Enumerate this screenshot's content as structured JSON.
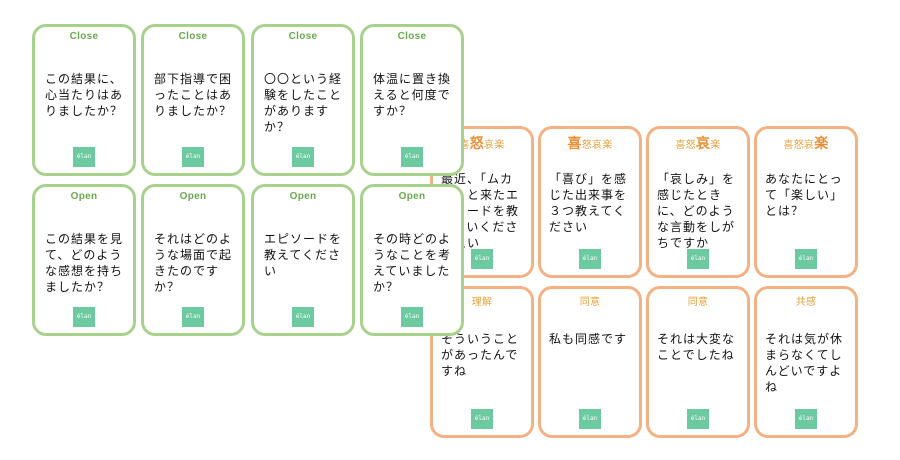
{
  "logo_text": "élan",
  "orange_cards": [
    {
      "title_parts": [
        "喜",
        "怒",
        "哀楽"
      ],
      "question": "最近、「ムカっ」と来たエピソードを教えていくださいえい"
    },
    {
      "title_parts": [
        "",
        "喜",
        "怒哀楽"
      ],
      "question": "「喜び」を感じた出来事を３つ教えてください"
    },
    {
      "title_parts": [
        "喜怒",
        "哀",
        "楽"
      ],
      "question": "「哀しみ」を感じたときに、どのような言動をしがちですか"
    },
    {
      "title_parts": [
        "喜怒哀",
        "楽",
        ""
      ],
      "question": "あなたにとって「楽しい」とは？"
    },
    {
      "title_parts": [
        "",
        "理解",
        ""
      ],
      "question": "そういうことがあったんですね"
    },
    {
      "title_parts": [
        "",
        "同意",
        ""
      ],
      "question": "私も同感です"
    },
    {
      "title_parts": [
        "",
        "同意",
        ""
      ],
      "question": "それは大変なことでしたね"
    },
    {
      "title_parts": [
        "",
        "共感",
        ""
      ],
      "question": "それは気が休まらなくてしんどいですよね"
    }
  ],
  "green_cards": [
    {
      "title": "Close",
      "question": "この結果に、心当たりはありましたか？"
    },
    {
      "title": "Close",
      "question": "部下指導で困ったことはありましたか？"
    },
    {
      "title": "Close",
      "question": "〇〇という経験をしたことがありますか？"
    },
    {
      "title": "Close",
      "question": "体温に置き換えると何度ですか？"
    },
    {
      "title": "Open",
      "question": "この結果を見て、どのような感想を持ちましたか？"
    },
    {
      "title": "Open",
      "question": "それはどのような場面で起きたのですか？"
    },
    {
      "title": "Open",
      "question": "エピソードを教えてください"
    },
    {
      "title": "Open",
      "question": "その時どのようなことを考えていましたか？"
    }
  ]
}
